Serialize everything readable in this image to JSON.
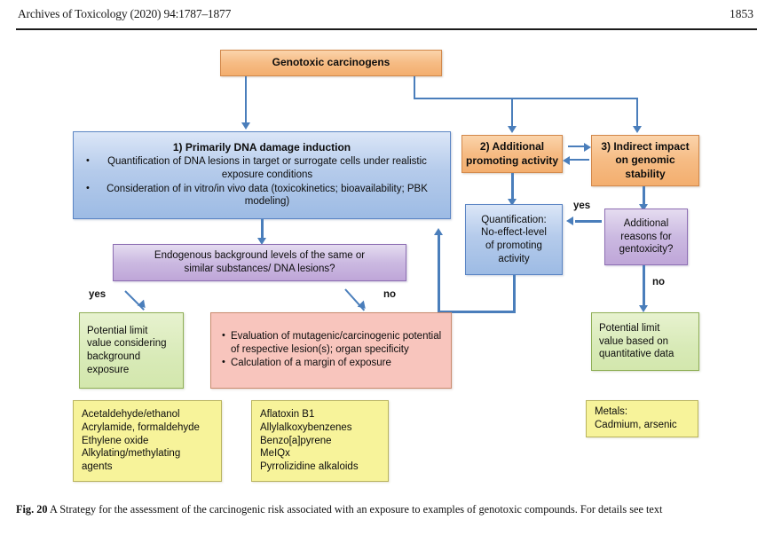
{
  "header": {
    "journal": "Archives of Toxicology (2020) 94:1787–1877",
    "page_number": "1853"
  },
  "caption": {
    "figure_label": "Fig. 20",
    "text": "A Strategy for the assessment of the carcinogenic risk associated with an exposure to examples of genotoxic compounds. For details see text"
  },
  "diagram": {
    "title": "Genotoxic carcinogens",
    "nodes": {
      "root": {
        "label": "Genotoxic carcinogens",
        "color": "#f3ae6e"
      },
      "box1": {
        "title": "1) Primarily DNA damage induction",
        "bullets": [
          "Quantification of DNA lesions in target or surrogate cells under realistic exposure conditions",
          "Consideration of in vitro/in vivo data (toxicokinetics; bioavailability; PBK modeling)"
        ],
        "color": "#9dbbe4"
      },
      "box2": {
        "line1": "2) Additional",
        "line2": "promoting activity",
        "color": "#f3ae6e"
      },
      "box3": {
        "line1": "3) Indirect impact",
        "line2": "on genomic",
        "line3": "stability",
        "color": "#f3ae6e"
      },
      "endogenous": {
        "line1": "Endogenous  background levels of the same or",
        "line2": "similar substances/ DNA lesions?",
        "color": "#bfa6d8"
      },
      "quantification": {
        "line1": "Quantification:",
        "line2": "No-effect-level",
        "line3": "of promoting",
        "line4": "activity",
        "color": "#9dbbe4"
      },
      "additional_reasons": {
        "line1": "Additional",
        "line2": "reasons for",
        "line3": "gentoxicity?",
        "color": "#bfa6d8"
      },
      "limit_background": {
        "line1": "Potential limit",
        "line2": "value considering",
        "line3": "background",
        "line4": "exposure",
        "color": "#d3e7ad"
      },
      "evaluation": {
        "bullets": [
          "Evaluation of mutagenic/carcinogenic potential of respective lesion(s); organ specificity",
          "Calculation of a margin of exposure"
        ],
        "color": "#f8c5bd"
      },
      "limit_quantitative": {
        "line1": "Potential limit",
        "line2": "value based on",
        "line3": "quantitative data",
        "color": "#d3e7ad"
      },
      "examples_left": {
        "lines": [
          "Acetaldehyde/ethanol",
          "Acrylamide, formaldehyde",
          "Ethylene oxide",
          "Alkylating/methylating",
          "agents"
        ],
        "color": "#f7f39a"
      },
      "examples_middle": {
        "lines": [
          "Aflatoxin B1",
          "Allylalkoxybenzenes",
          "Benzo[a]pyrene",
          "MeIQx",
          "Pyrrolizidine alkaloids"
        ],
        "color": "#f7f39a"
      },
      "examples_right": {
        "lines": [
          "Metals:",
          "Cadmium, arsenic"
        ],
        "color": "#f7f39a"
      }
    },
    "edge_labels": {
      "yes_endogenous": "yes",
      "no_endogenous": "no",
      "yes_gentoxicity": "yes",
      "no_gentoxicity": "no"
    },
    "arrow_color": "#4a7ebb"
  }
}
